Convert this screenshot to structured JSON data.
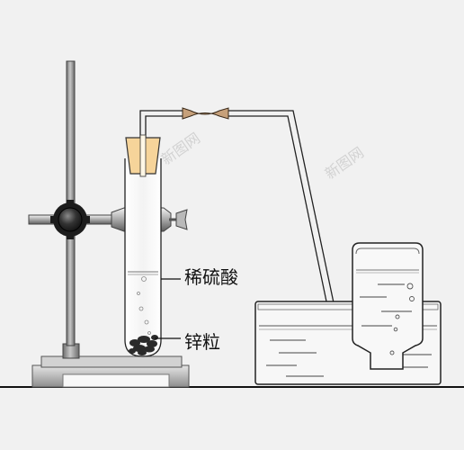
{
  "labels": {
    "acid": "稀硫酸",
    "zinc": "锌粒"
  },
  "watermark": "新图网",
  "colors": {
    "background": "#f1f1f1",
    "stand_metal": "#8a8a8a",
    "stopper": "#f6d49a",
    "rubber_joint": "#c6a07a",
    "zinc": "#2a2a2a",
    "outline": "#111111"
  }
}
